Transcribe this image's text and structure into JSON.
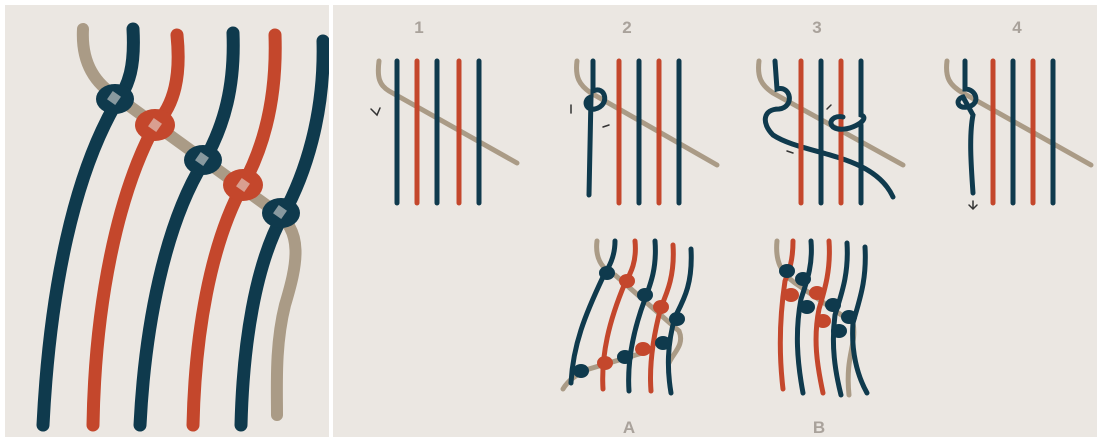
{
  "steps": {
    "s1": "1",
    "s2": "2",
    "s3": "3",
    "s4": "4"
  },
  "variants": {
    "a": "A",
    "b": "B"
  },
  "colors": {
    "background": "#ebe7e2",
    "navy": "#0f3a4d",
    "rust": "#c4472c",
    "tan": "#aa9b86",
    "label": "#a9a29b"
  }
}
